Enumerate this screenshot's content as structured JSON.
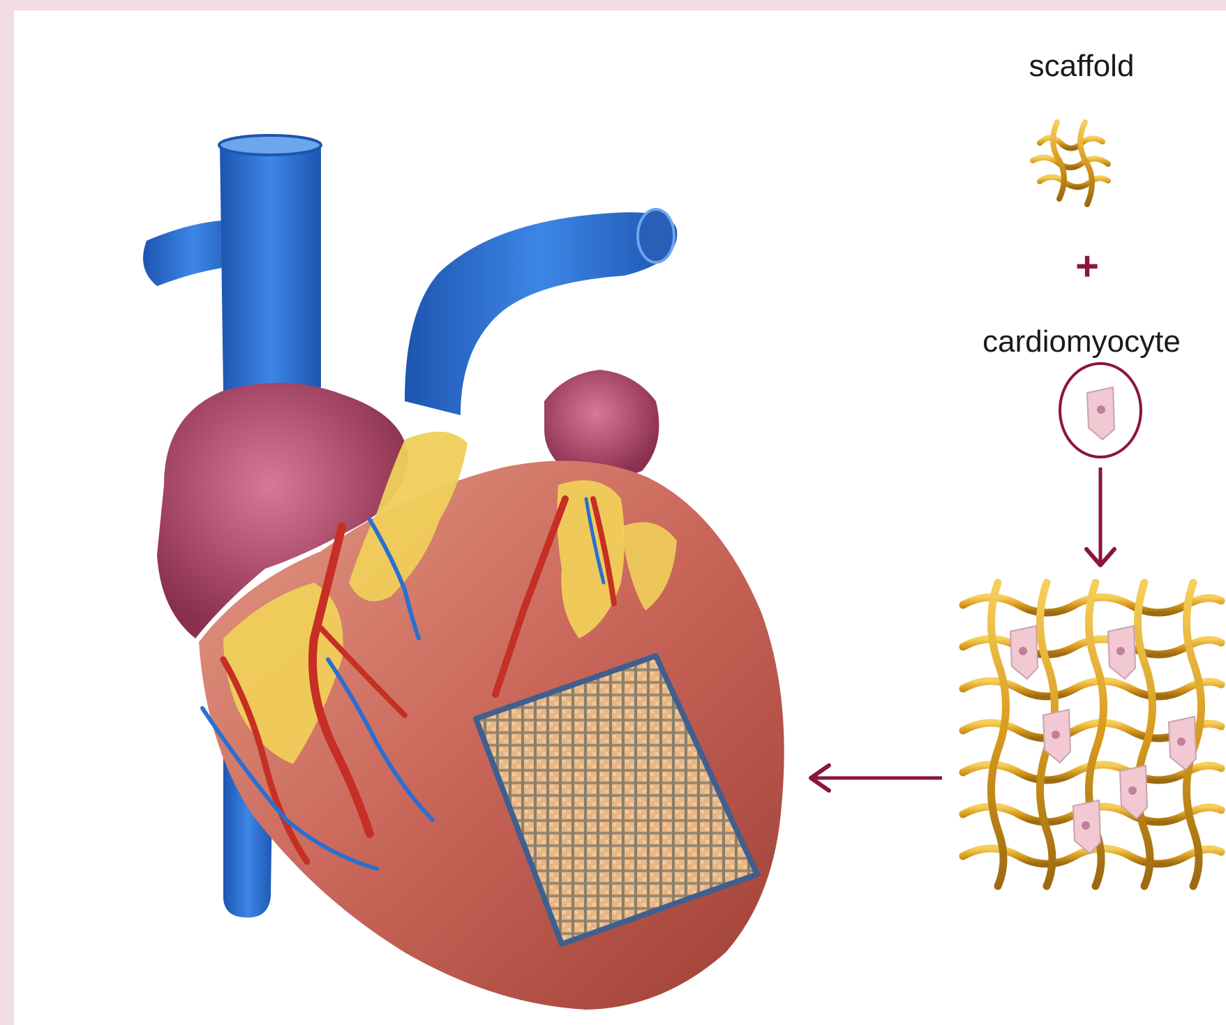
{
  "labels": {
    "scaffold": "scaffold",
    "plus": "+",
    "cardiomyocyte": "cardiomyocyte"
  },
  "colors": {
    "background": "#f1dde3",
    "arrow": "#8b1538",
    "scaffold_fiber": "#e0a526",
    "cell": "#f2c9d2",
    "patch_border": "#3f5f8f",
    "patch_fill": "#e2b07c",
    "artery": "#d8392b",
    "vein": "#2a6fd1",
    "myocardium": "#c9665a",
    "atrium": "#9c3a5a",
    "fat": "#f0cf5a"
  },
  "icons": [
    "heart-illustration",
    "scaffold-fiber-icon",
    "cardiomyocyte-icon",
    "scaffold-cell-mesh",
    "cardiac-patch",
    "down-arrow",
    "left-arrow"
  ]
}
